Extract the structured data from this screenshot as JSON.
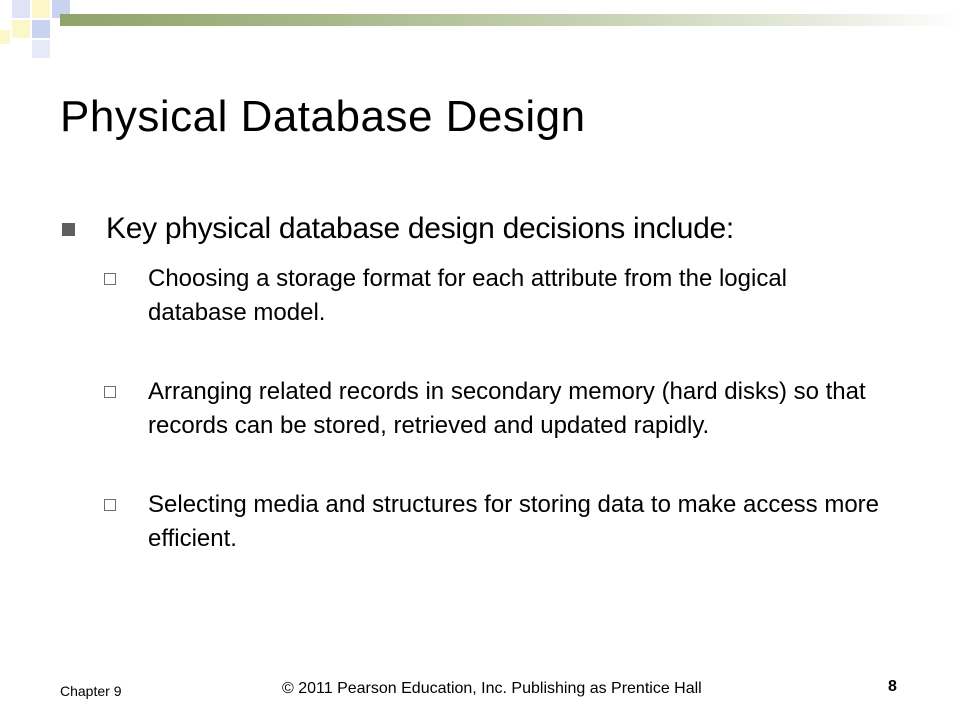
{
  "theme": {
    "accent_green": "#8ea46a",
    "square_blue": "#c9d3ef",
    "square_yellow": "#fbf7c8",
    "square_lavender": "#e6e9f7"
  },
  "slide": {
    "title": "Physical Database Design",
    "bullets": [
      {
        "text": "Key physical database design decisions include:",
        "sub": [
          "Choosing a storage format for each attribute from the logical database model.",
          "Arranging related records in secondary memory (hard disks) so that records can be stored, retrieved and updated rapidly.",
          "Selecting media and structures for storing data to make access more efficient."
        ]
      }
    ]
  },
  "footer": {
    "chapter": "Chapter 9",
    "copyright": "© 2011 Pearson Education, Inc. Publishing as Prentice Hall",
    "page_number": "8"
  }
}
